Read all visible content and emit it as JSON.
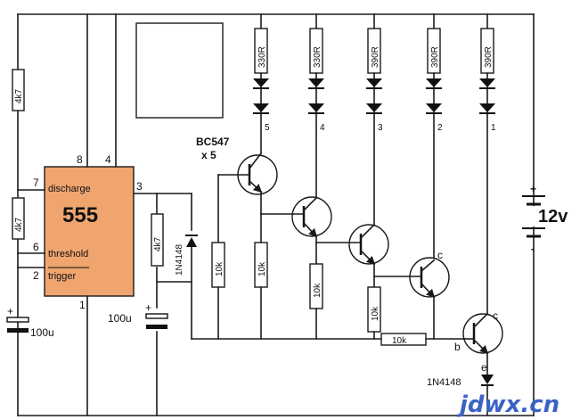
{
  "chip": {
    "name": "555",
    "pin_discharge": "discharge",
    "pin_threshold": "threshold",
    "pin_trigger": "trigger",
    "pin_numbers": {
      "p8": "8",
      "p4": "4",
      "p7": "7",
      "p3": "3",
      "p6": "6",
      "p2": "2",
      "p1": "1"
    },
    "fill_color": "#f0a56f"
  },
  "resistors": {
    "r_top_left": "4k7",
    "r_mid_left": "4k7",
    "r_cap": "4k7",
    "r_led1": "330R",
    "r_led2": "330R",
    "r_led3": "390R",
    "r_led4": "390R",
    "r_led5": "390R",
    "r_base1": "10k",
    "r_base2": "10k",
    "r_base3": "10k",
    "r_base4": "10k",
    "r_bottom": "10k"
  },
  "capacitors": {
    "cap_left_label": "100u",
    "cap_left_plus": "+",
    "cap_mid_label": "100u",
    "cap_mid_plus": "+"
  },
  "diodes": {
    "d_upper": "1N4148",
    "d_lower": "1N4148"
  },
  "transistors": {
    "type_label": "BC547",
    "count_label": "x 5",
    "label_c1": "c",
    "label_c2": "c",
    "label_b": "b",
    "label_e": "e"
  },
  "led_numbers": [
    "5",
    "4",
    "3",
    "2",
    "1"
  ],
  "battery": {
    "label": "12v",
    "plus": "+",
    "minus": "-"
  },
  "watermark": {
    "text": "jdwx.cn",
    "color": "#3b63c6"
  }
}
